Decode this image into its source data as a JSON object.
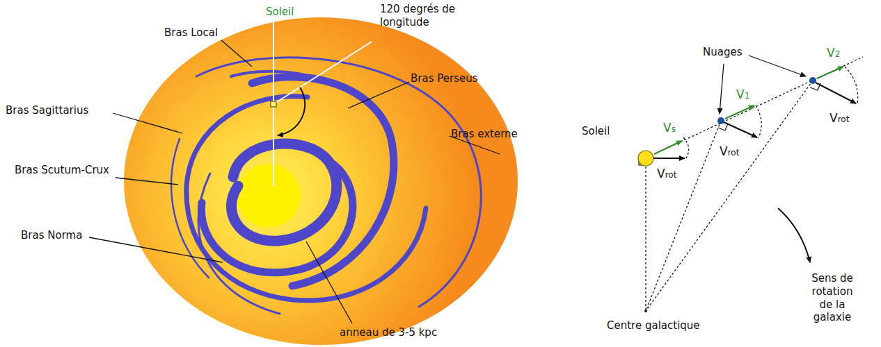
{
  "diagram": {
    "labels": [
      "Bras Local",
      "Soleil",
      "120 degrés de longitude",
      "Bras Perseus",
      "Bras Sagittarius",
      "Bras externe",
      "Bras Scutum-Crux",
      "Bras Norma",
      "anneau de 3-5 kpc",
      "Nuages",
      "V2",
      "V1",
      "Vs",
      "Vrot",
      "Vrot",
      "Vrot",
      "Soleil",
      "Centre galactique",
      "Sens de rotation de la galaxie"
    ]
  }
}
